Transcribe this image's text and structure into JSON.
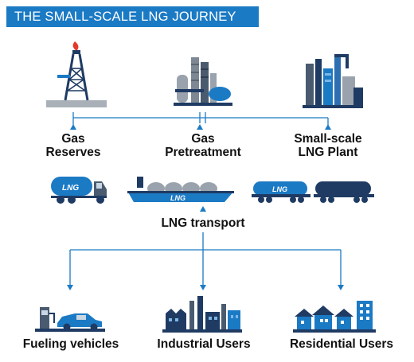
{
  "title": "THE SMALL-SCALE LNG JOURNEY",
  "sources": [
    {
      "line1": "Gas",
      "line2": "Reserves",
      "icon": "oil-rig-icon"
    },
    {
      "line1": "Gas",
      "line2": "Pretreatment",
      "icon": "gas-plant-icon"
    },
    {
      "line1": "Small-scale",
      "line2": "LNG Plant",
      "icon": "lng-plant-icon"
    }
  ],
  "transport": {
    "label": "LNG transport",
    "vehicles": [
      {
        "name": "truck",
        "marking": "LNG",
        "icon": "lng-truck-icon"
      },
      {
        "name": "ship",
        "marking": "LNG",
        "icon": "lng-ship-icon"
      },
      {
        "name": "train",
        "marking": "LNG",
        "icon": "lng-train-icon"
      }
    ]
  },
  "end_users": [
    {
      "label": "Fueling vehicles",
      "icon": "fueling-vehicle-icon"
    },
    {
      "label": "Industrial Users",
      "icon": "factory-icon"
    },
    {
      "label": "Residential Users",
      "icon": "houses-icon"
    }
  ],
  "colors": {
    "accent": "#1b7ac4",
    "navy": "#1f3b63",
    "steel": "#4a5b70",
    "gray": "#9aa3ad",
    "red": "#e23a2a"
  }
}
